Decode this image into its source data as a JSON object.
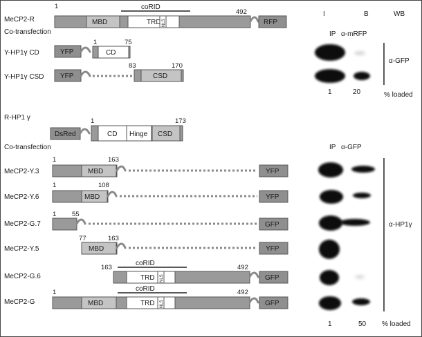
{
  "top": {
    "construct_label": "MeCP2-R",
    "num_start": "1",
    "num_end": "492",
    "corid": "coRID",
    "mbd": "MBD",
    "trd": "TRD",
    "nls": "NLS",
    "tag": "RFP",
    "cotransfection": "Co-transfection",
    "hp1_cd_label": "Y-HP1γ CD",
    "hp1_cd_tag": "YFP",
    "hp1_cd_num_start": "1",
    "hp1_cd_num_end": "75",
    "hp1_cd_domain": "CD",
    "hp1_csd_label": "Y-HP1γ CSD",
    "hp1_csd_tag": "YFP",
    "hp1_csd_num_start": "83",
    "hp1_csd_num_end": "170",
    "hp1_csd_domain": "CSD"
  },
  "blot_header": {
    "col_i": "I",
    "col_b": "B",
    "col_wb": "WB"
  },
  "blot_top": {
    "ip_label": "IP",
    "antibody": "α-mRFP",
    "wb_antibody": "α-GFP",
    "load_i": "1",
    "load_b": "20",
    "loaded_label": "% loaded"
  },
  "bottom": {
    "rhp1_label": "R-HP1 γ",
    "rhp1_tag": "DsRed",
    "rhp1_num_start": "1",
    "rhp1_num_end": "173",
    "rhp1_cd": "CD",
    "rhp1_hinge": "Hinge",
    "rhp1_csd": "CSD",
    "cotransfection": "Co-transfection",
    "constructs": [
      {
        "name": "MeCP2-Y.3",
        "tag": "YFP",
        "num_a": "1",
        "num_b": "163",
        "domain": "MBD"
      },
      {
        "name": "MeCP2-Y.6",
        "tag": "YFP",
        "num_a": "1",
        "num_b": "108",
        "domain": "MBD"
      },
      {
        "name": "MeCP2-G.7",
        "tag": "GFP",
        "num_a": "1",
        "num_b": "55"
      },
      {
        "name": "MeCP2-Y.5",
        "tag": "YFP",
        "num_a": "77",
        "num_b": "163",
        "domain": "MBD"
      },
      {
        "name": "MeCP2-G.6",
        "tag": "GFP",
        "num_a": "163",
        "num_b": "492",
        "corid": "coRID",
        "domain": "TRD",
        "nls": "NLS"
      },
      {
        "name": "MeCP2-G",
        "tag": "GFP",
        "num_a": "1",
        "num_b": "492",
        "corid": "coRID",
        "mbd": "MBD",
        "domain": "TRD",
        "nls": "NLS"
      }
    ]
  },
  "blot_bottom": {
    "ip_label": "IP",
    "antibody": "α-GFP",
    "wb_antibody": "α-HP1γ",
    "load_i": "1",
    "load_b": "50",
    "loaded_label": "% loaded"
  }
}
